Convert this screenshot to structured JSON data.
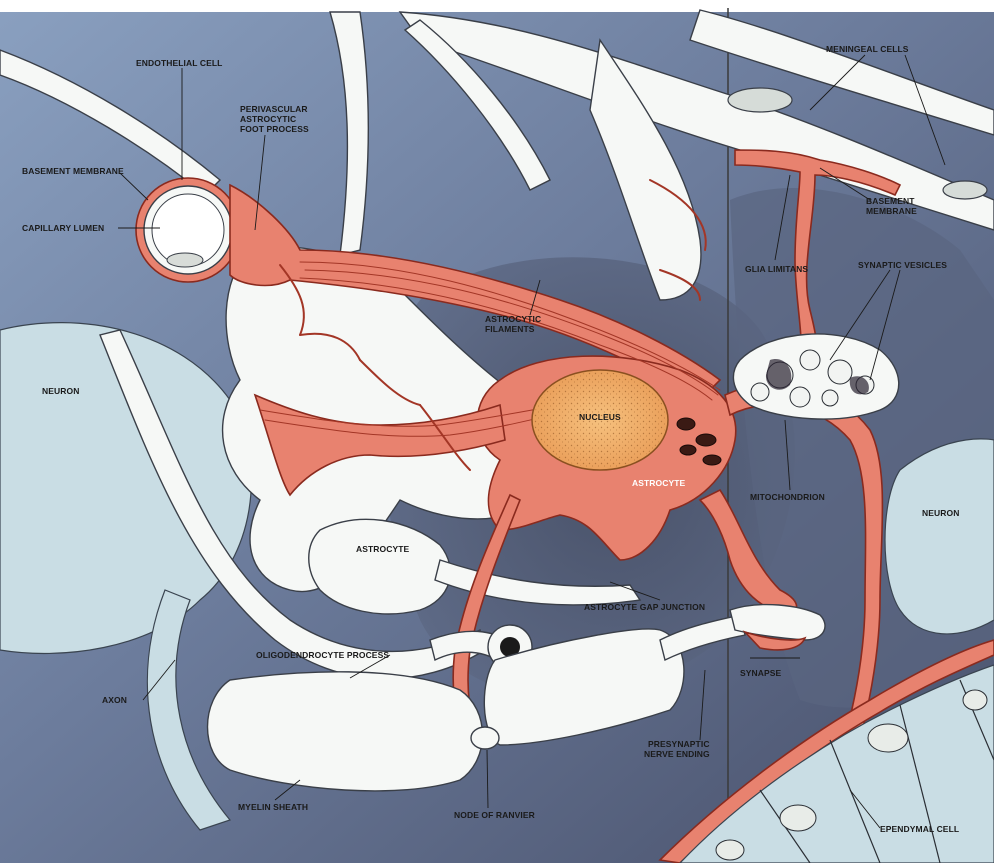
{
  "labels": {
    "endothelial_cell": "ENDOTHELIAL CELL",
    "perivascular_1": "PERIVASCULAR",
    "perivascular_2": "ASTROCYTIC",
    "perivascular_3": "FOOT PROCESS",
    "basement_membrane_left": "BASEMENT MEMBRANE",
    "capillary_lumen": "CAPILLARY LUMEN",
    "neuron_left": "NEURON",
    "astrocytic_filaments_1": "ASTROCYTIC",
    "astrocytic_filaments_2": "FILAMENTS",
    "nucleus": "NUCLEUS",
    "astrocyte_main": "ASTROCYTE",
    "astrocyte_secondary": "ASTROCYTE",
    "meningeal_cells": "MENINGEAL CELLS",
    "basement_membrane_right_1": "BASEMENT",
    "basement_membrane_right_2": "MEMBRANE",
    "glia_limitans": "GLIA LIMITANS",
    "synaptic_vesicles": "SYNAPTIC VESICLES",
    "mitochondrion": "MITOCHONDRION",
    "neuron_right": "NEURON",
    "astrocyte_gap_junction": "ASTROCYTE GAP JUNCTION",
    "oligodendrocyte_process": "OLIGODENDROCYTE PROCESS",
    "synapse": "SYNAPSE",
    "axon": "AXON",
    "presynaptic_1": "PRESYNAPTIC",
    "presynaptic_2": "NERVE ENDING",
    "myelin_sheath": "MYELIN SHEATH",
    "node_of_ranvier": "NODE OF RANVIER",
    "ependymal_cell": "EPENDYMAL CELL"
  },
  "colors": {
    "background_blue": "#95a8c6",
    "dark_neuropil": "#4f5870",
    "astrocyte_red": "#e8826f",
    "astrocyte_outline": "#8a2a1e",
    "cell_white": "#f6f8f6",
    "neuron_blue": "#c9dde4",
    "nucleus_orange": "#f2b46e"
  }
}
